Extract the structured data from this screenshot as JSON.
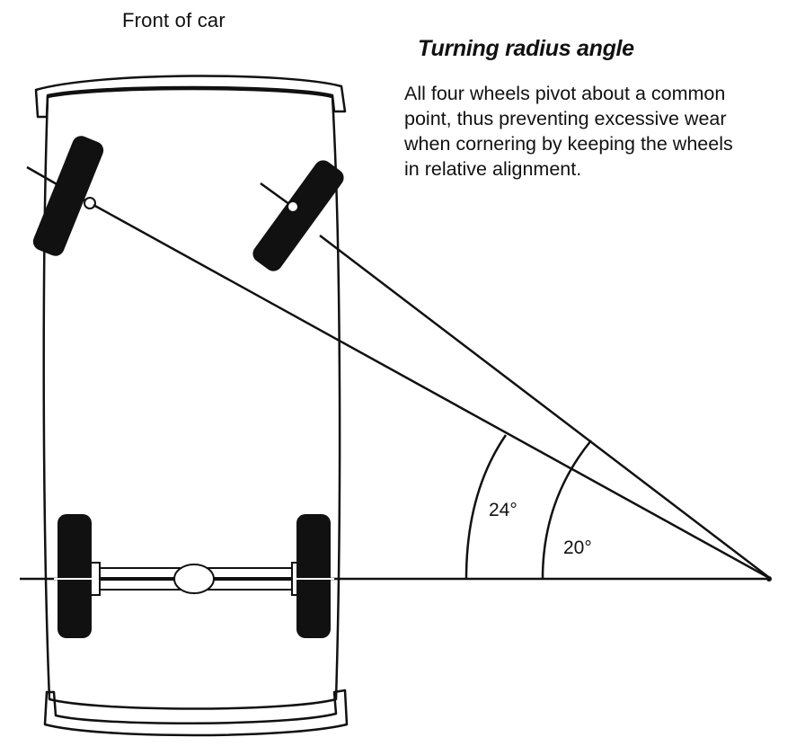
{
  "caption": "Front of car",
  "heading": "Turning radius angle",
  "description_lines": [
    "All four wheels pivot about a common",
    "point, thus preventing excessive wear",
    "when cornering by keeping the wheels",
    "in relative alignment."
  ],
  "angles": {
    "outer": "24°",
    "inner": "20°"
  },
  "colors": {
    "ink": "#111111",
    "paper": "#ffffff"
  }
}
